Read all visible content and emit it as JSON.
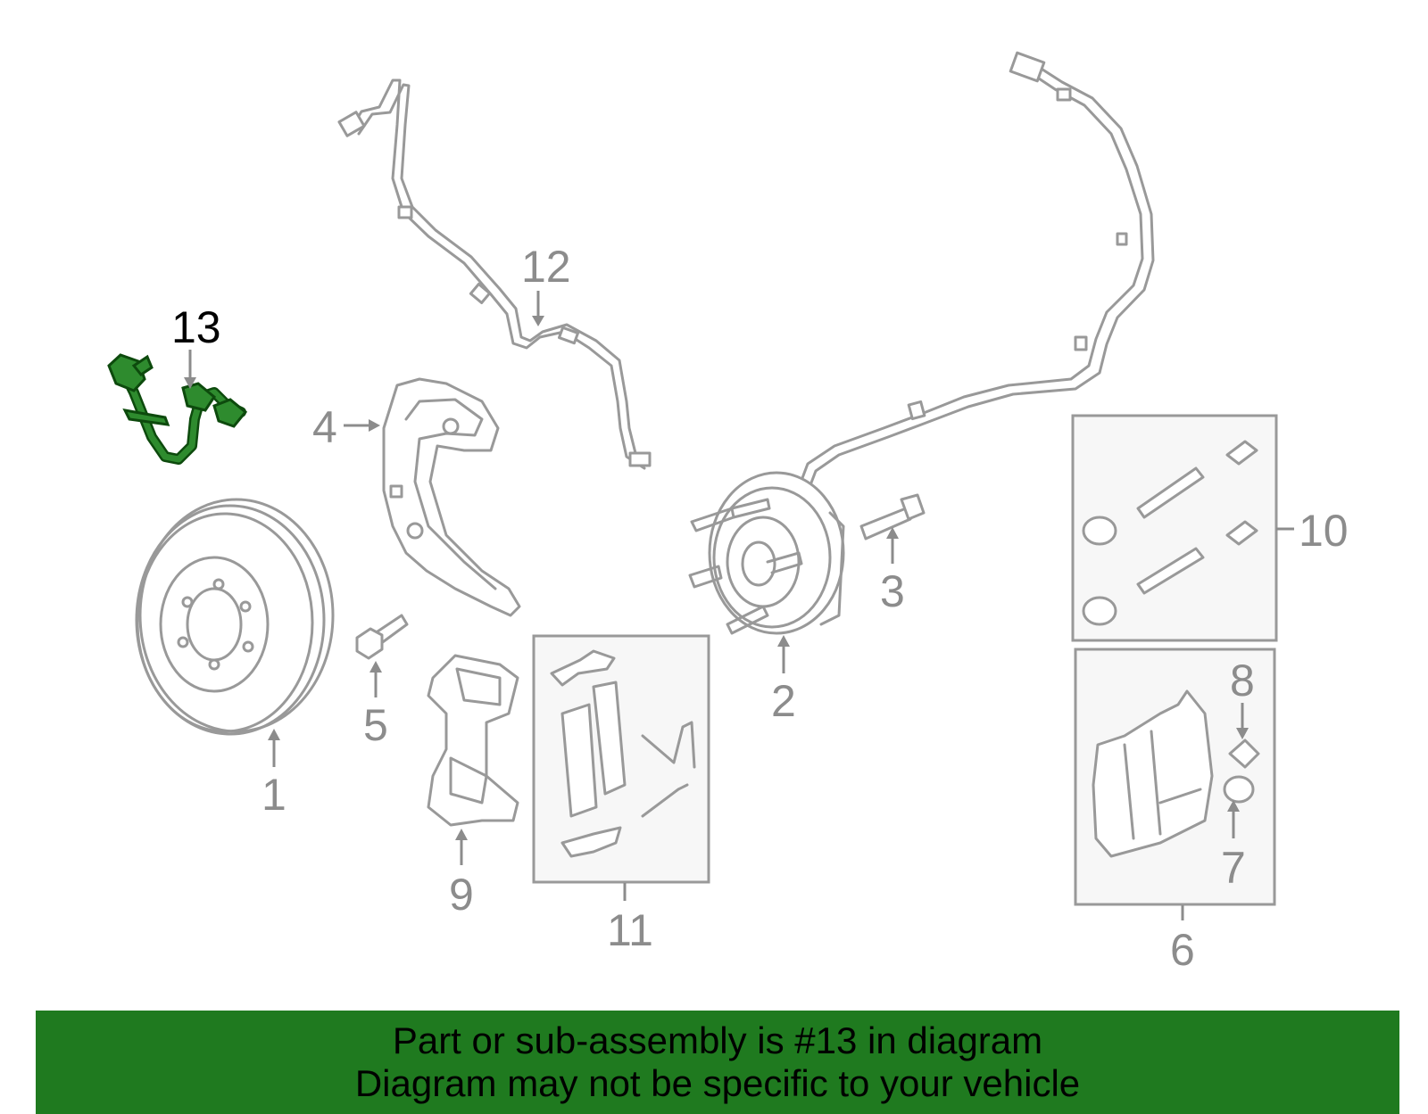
{
  "diagram": {
    "callouts": [
      {
        "id": "1",
        "text": "1"
      },
      {
        "id": "2",
        "text": "2"
      },
      {
        "id": "3",
        "text": "3"
      },
      {
        "id": "4",
        "text": "4"
      },
      {
        "id": "5",
        "text": "5"
      },
      {
        "id": "6",
        "text": "6"
      },
      {
        "id": "7",
        "text": "7"
      },
      {
        "id": "8",
        "text": "8"
      },
      {
        "id": "9",
        "text": "9"
      },
      {
        "id": "10",
        "text": "10"
      },
      {
        "id": "11",
        "text": "11"
      },
      {
        "id": "12",
        "text": "12"
      },
      {
        "id": "13",
        "text": "13",
        "highlighted": true
      }
    ],
    "highlight_color": "#2e8b2e",
    "part_color": "#999999"
  },
  "banner": {
    "line1": "Part or sub-assembly is #13 in diagram",
    "line2": "Diagram may not be specific to your vehicle",
    "background": "#1f7a1f"
  }
}
